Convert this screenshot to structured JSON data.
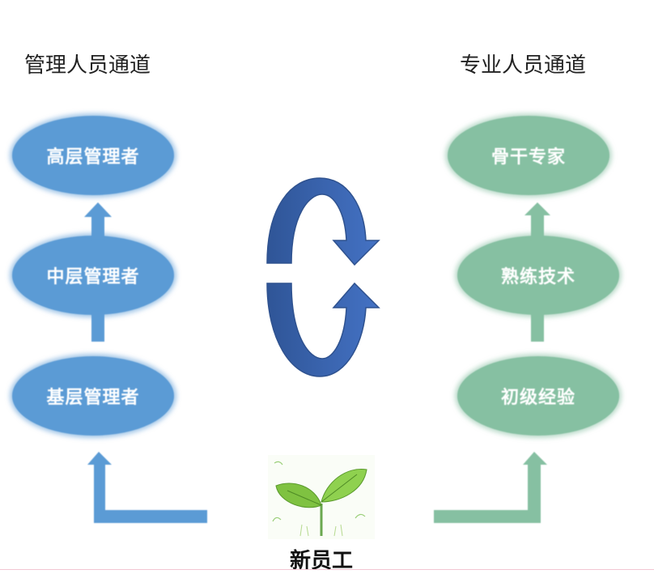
{
  "management": {
    "title": "管理人员通道",
    "levels": [
      "高层管理者",
      "中层管理者",
      "基层管理者"
    ]
  },
  "professional": {
    "title": "专业人员通道",
    "levels": [
      "骨干专家",
      "熟练技术",
      "初级经验"
    ]
  },
  "new_employee": {
    "label": "新员工",
    "icon": "seedling-icon"
  },
  "colors": {
    "management": "#5b9bd5",
    "professional": "#86c0a2",
    "cycle": "#4472c4"
  }
}
